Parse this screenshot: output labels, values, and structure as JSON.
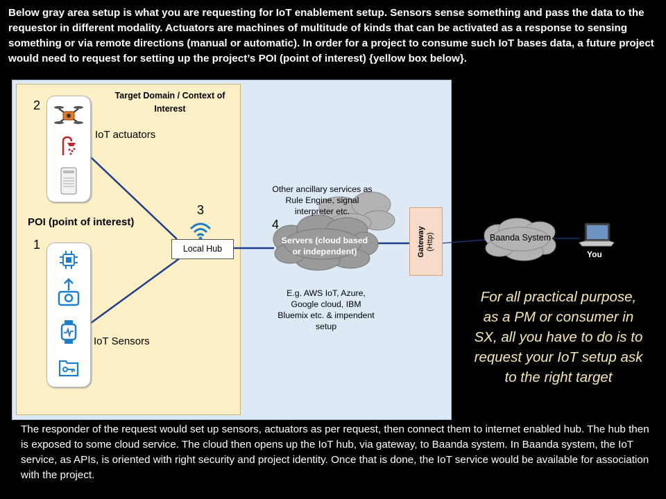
{
  "intro_text": "Below gray area setup is what you are requesting for IoT enablement setup. Sensors sense something and pass the data to the requestor in different modality. Actuators are machines of multitude of kinds that can be activated as a response to sensing something or via remote directions (manual or automatic). In order for a project to consume such IoT bases data, a  future project would need to request for setting up the project’s POI (point of interest) {yellow box below}.",
  "target_domain_title": "Target Domain / Context of Interest",
  "poi_label": "POI (point of interest)",
  "actuators": {
    "number": "2",
    "label": "IoT actuators",
    "icons": [
      "drone-icon",
      "shower-icon",
      "air-conditioner-icon"
    ]
  },
  "sensors": {
    "number": "1",
    "label": "IoT Sensors",
    "icons": [
      "chip-icon",
      "camera-upload-icon",
      "smartwatch-icon",
      "key-card-icon"
    ]
  },
  "hub": {
    "number": "3",
    "label": "Local Hub"
  },
  "servers": {
    "number": "4",
    "label": "Servers (cloud based or independent)"
  },
  "ancillary_text": "Other ancillary services as Rule Engine, signal interpreter etc.",
  "examples_text": "E.g. AWS IoT, Azure, Google cloud, IBM Bluemix etc. & impendent setup",
  "gateway": {
    "title": "Gateway",
    "subtitle": "(Http)"
  },
  "baanda_label": "Baanda System",
  "you_label": "You",
  "practical_text": "For all practical purpose,  as a PM or consumer in SX, all you have to do is to request your IoT setup ask to the right target",
  "outro_text": "The responder of the request would set up sensors, actuators as per request, then connect them to internet enabled hub. The hub then is exposed to some cloud service. The cloud then opens up the IoT hub, via gateway, to Baanda system. In Baanda system, the IoT service, as APIs, is oriented with right security and project identity. Once that is done, the IoT service would be available for association with the project.",
  "colors": {
    "background": "#000000",
    "blue_area": "#dde9f5",
    "yellow_area": "#fdf0c7",
    "line": "#1f3b8a",
    "cloud": "#9a9a9a",
    "practical_text": "#f6e7b2",
    "gateway_fill": "#f8dac8"
  }
}
